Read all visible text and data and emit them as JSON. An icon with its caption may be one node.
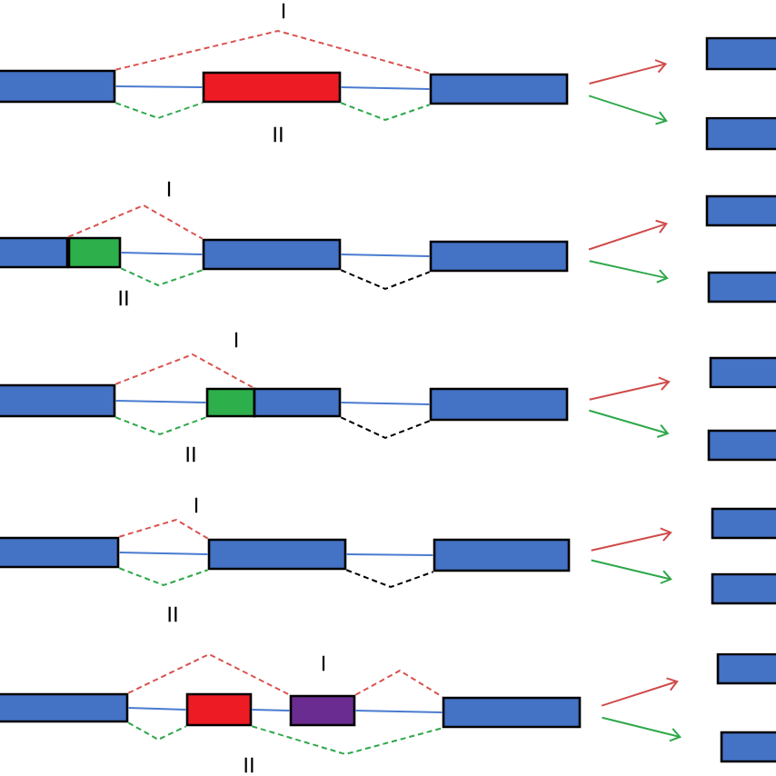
{
  "diagram": {
    "nodes": [
      {
        "text": [],
        "shape": "box"
      },
      {
        "text": [],
        "shape": "box"
      },
      {
        "text": [],
        "shape": "box"
      },
      {
        "text": [],
        "shape": "box"
      },
      {
        "text": [],
        "shape": "box"
      },
      {
        "text": [],
        "shape": "box"
      },
      {
        "text": [],
        "shape": "box"
      },
      {
        "text": [],
        "shape": "box"
      },
      {
        "text": [],
        "shape": "box"
      },
      {
        "text": [],
        "shape": "box"
      },
      {
        "text": [],
        "shape": "box"
      },
      {
        "text": [],
        "shape": "box"
      },
      {
        "text": [],
        "shape": "box"
      },
      {
        "text": [],
        "shape": "box"
      },
      {
        "text": [],
        "shape": "box"
      },
      {
        "text": [],
        "shape": "box"
      },
      {
        "text": [],
        "shape": "box"
      },
      {
        "text": [],
        "shape": "box"
      },
      {
        "text": [],
        "shape": "box"
      },
      {
        "text": [],
        "shape": "box"
      },
      {
        "text": [],
        "shape": "box"
      },
      {
        "text": [],
        "shape": "box"
      },
      {
        "text": [],
        "shape": "box"
      },
      {
        "text": [],
        "shape": "box"
      },
      {
        "text": [],
        "shape": "box"
      },
      {
        "text": [],
        "shape": "box"
      },
      {
        "text": [],
        "shape": "box"
      },
      {
        "text": [],
        "shape": "box"
      }
    ],
    "edges": [
      {
        "from": 0,
        "to": 1,
        "arrow": "none",
        "color": "#4a7bd0"
      },
      {
        "from": 1,
        "to": 2,
        "arrow": "none",
        "color": "#4a7bd0"
      },
      {
        "from": 0,
        "to": 2,
        "arrow": "none",
        "style": "dashed",
        "color": "#d9534f"
      },
      {
        "from": 0,
        "to": 1,
        "arrow": "none",
        "style": "dashed",
        "color": "#2ea84a"
      },
      {
        "from": 1,
        "to": 2,
        "arrow": "none",
        "style": "dashed",
        "color": "#2ea84a"
      },
      {
        "from": 2,
        "to": 3,
        "arrow": "to",
        "color": "#d04a4a"
      },
      {
        "from": 2,
        "to": 4,
        "arrow": "to",
        "color": "#2ea84a"
      },
      {
        "from": 6,
        "to": 7,
        "arrow": "none",
        "color": "#4a7bd0"
      },
      {
        "from": 7,
        "to": 8,
        "arrow": "none",
        "color": "#4a7bd0"
      },
      {
        "from": 5,
        "to": 7,
        "arrow": "none",
        "style": "dashed",
        "color": "#d9534f"
      },
      {
        "from": 6,
        "to": 7,
        "arrow": "none",
        "style": "dashed",
        "color": "#2ea84a"
      },
      {
        "from": 7,
        "to": 8,
        "arrow": "none",
        "style": "dashed",
        "color": "#000000"
      },
      {
        "from": 8,
        "to": 9,
        "arrow": "to",
        "color": "#d04a4a"
      },
      {
        "from": 8,
        "to": 10,
        "arrow": "to",
        "color": "#2ea84a"
      },
      {
        "from": 11,
        "to": 12,
        "arrow": "none",
        "color": "#4a7bd0"
      },
      {
        "from": 13,
        "to": 14,
        "arrow": "none",
        "color": "#4a7bd0"
      },
      {
        "from": 11,
        "to": 13,
        "arrow": "none",
        "style": "dashed",
        "color": "#d9534f"
      },
      {
        "from": 11,
        "to": 12,
        "arrow": "none",
        "style": "dashed",
        "color": "#2ea84a"
      },
      {
        "from": 13,
        "to": 14,
        "arrow": "none",
        "style": "dashed",
        "color": "#000000"
      },
      {
        "from": 14,
        "to": 15,
        "arrow": "to",
        "color": "#d04a4a"
      },
      {
        "from": 14,
        "to": 16,
        "arrow": "to",
        "color": "#2ea84a"
      },
      {
        "from": 17,
        "to": 18,
        "arrow": "none",
        "color": "#4a7bd0"
      },
      {
        "from": 18,
        "to": 19,
        "arrow": "none",
        "color": "#4a7bd0"
      },
      {
        "from": 17,
        "to": 18,
        "arrow": "none",
        "style": "dashed",
        "color": "#d9534f"
      },
      {
        "from": 17,
        "to": 18,
        "arrow": "none",
        "style": "dashed",
        "color": "#2ea84a"
      },
      {
        "from": 18,
        "to": 19,
        "arrow": "none",
        "style": "dashed",
        "color": "#000000"
      },
      {
        "from": 19,
        "to": 20,
        "arrow": "to",
        "color": "#d04a4a"
      },
      {
        "from": 19,
        "to": 21,
        "arrow": "to",
        "color": "#2ea84a"
      },
      {
        "from": 22,
        "to": 23,
        "arrow": "none",
        "color": "#4a7bd0"
      },
      {
        "from": 23,
        "to": 24,
        "arrow": "none",
        "color": "#4a7bd0"
      },
      {
        "from": 24,
        "to": 25,
        "arrow": "none",
        "color": "#4a7bd0"
      },
      {
        "from": 22,
        "to": 24,
        "arrow": "none",
        "style": "dashed",
        "color": "#d9534f"
      },
      {
        "from": 24,
        "to": 25,
        "arrow": "none",
        "style": "dashed",
        "color": "#d9534f"
      },
      {
        "from": 22,
        "to": 23,
        "arrow": "none",
        "style": "dashed",
        "color": "#2ea84a"
      },
      {
        "from": 23,
        "to": 25,
        "arrow": "none",
        "style": "dashed",
        "color": "#2ea84a"
      },
      {
        "from": 25,
        "to": 26,
        "arrow": "to",
        "color": "#d04a4a"
      },
      {
        "from": 25,
        "to": 27,
        "arrow": "to",
        "color": "#2ea84a"
      }
    ],
    "labels": [
      "I",
      "II",
      "I",
      "II",
      "I",
      "II",
      "I",
      "II",
      "I",
      "II"
    ]
  }
}
